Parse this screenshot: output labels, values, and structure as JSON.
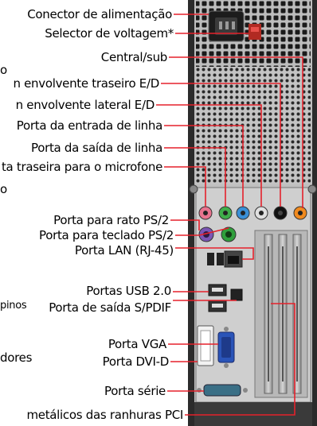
{
  "labels": {
    "power_connector": "Conector de alimentação",
    "voltage_selector": "Selector de voltagem*",
    "center_sub": "Central/sub",
    "partial_o1": "o",
    "rear_surround": "n envolvente traseiro E/D",
    "side_surround": "n envolvente lateral E/D",
    "line_in": "Porta da entrada de linha",
    "line_out": "Porta da saída de linha",
    "rear_mic": "ta traseira para o microfone",
    "partial_o2": "o",
    "ps2_mouse": "Porta para rato PS/2",
    "ps2_keyboard": "Porta para teclado PS/2",
    "lan": "Porta LAN (RJ-45)",
    "usb": "Portas USB 2.0",
    "pinos": "pinos",
    "spdif": "Porta de saída S/PDIF",
    "vga": "Porta VGA",
    "dvi": "Porta DVI-D",
    "dores": "dores",
    "serial": "Porta série",
    "pci_brackets": "metálicos das ranhuras PCI"
  },
  "colors": {
    "leader_line": "#e5212b",
    "chassis": "#3a3a3a",
    "audio_pink": "#e8748f",
    "audio_green": "#3fae4a",
    "audio_blue": "#3a8fd6",
    "audio_black": "#111111",
    "audio_orange": "#f08a1f",
    "ps2_mouse": "#2f9f3c",
    "ps2_keyboard": "#7a55b5",
    "vga_blue": "#2a54b8",
    "dvi_white": "#f2f2f2",
    "serial_teal": "#3a6f86",
    "voltage_switch": "#d23a2a"
  }
}
